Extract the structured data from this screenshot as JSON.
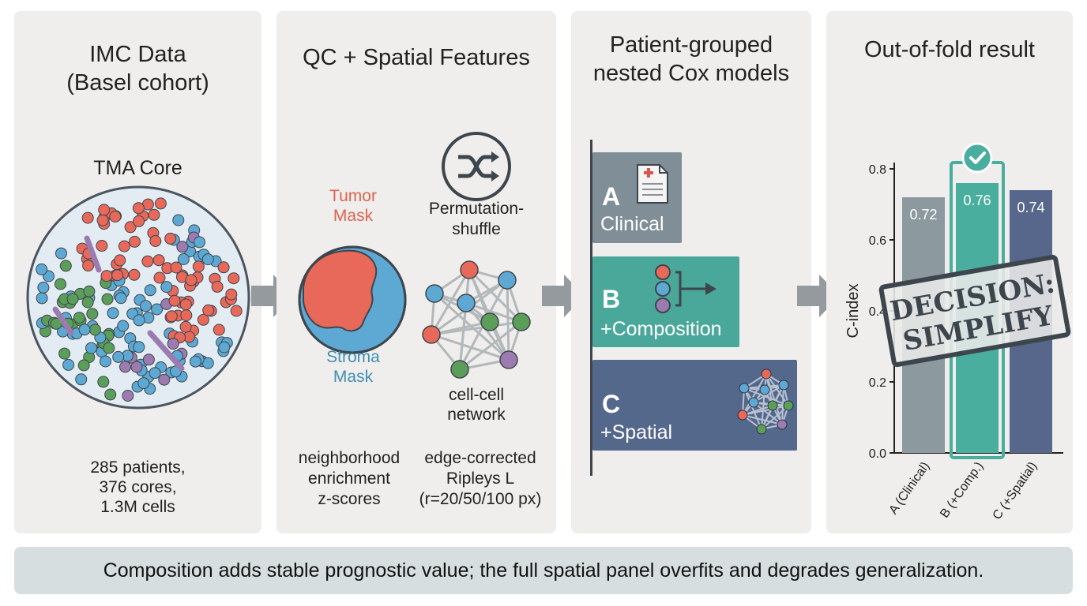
{
  "panel1": {
    "title_line1": "IMC Data",
    "title_line2": "(Basel cohort)",
    "core_label": "TMA Core",
    "stats": [
      "285 patients,",
      "376 cores,",
      "1.3M cells"
    ]
  },
  "panel2": {
    "title": "QC + Spatial Features",
    "tumor_mask": [
      "Tumor",
      "Mask"
    ],
    "stroma_mask": [
      "Stroma",
      "Mask"
    ],
    "permutation": [
      "Permutation-",
      "shuffle"
    ],
    "network": [
      "cell-cell",
      "network"
    ],
    "neighborhood": [
      "neighborhood",
      "enrichment",
      "z-scores"
    ],
    "ripley": [
      "edge-corrected",
      "Ripleys L",
      "(r=20/50/100 px)"
    ]
  },
  "panel3": {
    "title_line1": "Patient-grouped",
    "title_line2": "nested Cox models",
    "models": [
      {
        "letter": "A",
        "label": "Clinical",
        "color": "#7f8e97"
      },
      {
        "letter": "B",
        "label": "+Composition",
        "color": "#4aa89a"
      },
      {
        "letter": "C",
        "label": "+Spatial",
        "color": "#54688c"
      }
    ]
  },
  "panel4": {
    "title": "Out-of-fold result",
    "stamp_line1": "DECISION:",
    "stamp_line2": "SIMPLIFY"
  },
  "chart_data": {
    "type": "bar",
    "categories": [
      "A (Clinical)",
      "B (+Comp.)",
      "C (+Spatial)"
    ],
    "values": [
      0.72,
      0.76,
      0.74
    ],
    "value_labels": [
      "0.72",
      "0.76",
      "0.74"
    ],
    "ylabel": "C-index",
    "ylim": [
      0,
      0.8
    ],
    "yticks": [
      "0.0",
      "0.2",
      "0.4",
      "0.6",
      "0.8"
    ],
    "colors": [
      "#8c999f",
      "#4aae9f",
      "#56678b"
    ],
    "highlight_category": "B (+Comp.)"
  },
  "footer": {
    "text": "Composition adds stable prognostic value; the full spatial panel overfits and degrades generalization."
  }
}
